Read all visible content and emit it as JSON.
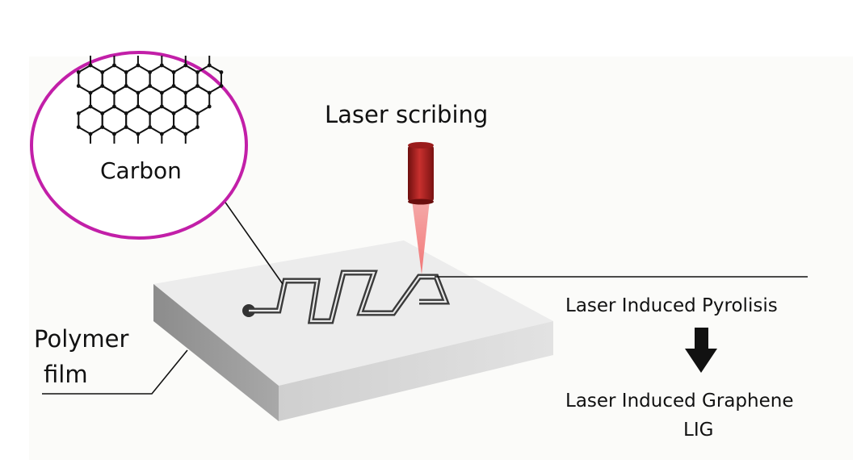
{
  "labels": {
    "carbon": "Carbon",
    "laser_scribing": "Laser scribing",
    "polymer_film_line1": "Polymer",
    "polymer_film_line2": "film",
    "laser_induced_pyrolisis": "Laser Induced Pyrolisis",
    "laser_induced_graphene": "Laser Induced Graphene",
    "lig": "LIG"
  },
  "colors": {
    "magnifier_ring": "#c21fa8",
    "laser_body": "#b01f1f",
    "laser_beam": "#f08080",
    "film_top": "#ececec",
    "film_front": "#d6d6d6",
    "film_side": "#9a9a9a",
    "arrow": "#111111"
  },
  "icons": {
    "process_arrow": "arrow-down-icon"
  }
}
